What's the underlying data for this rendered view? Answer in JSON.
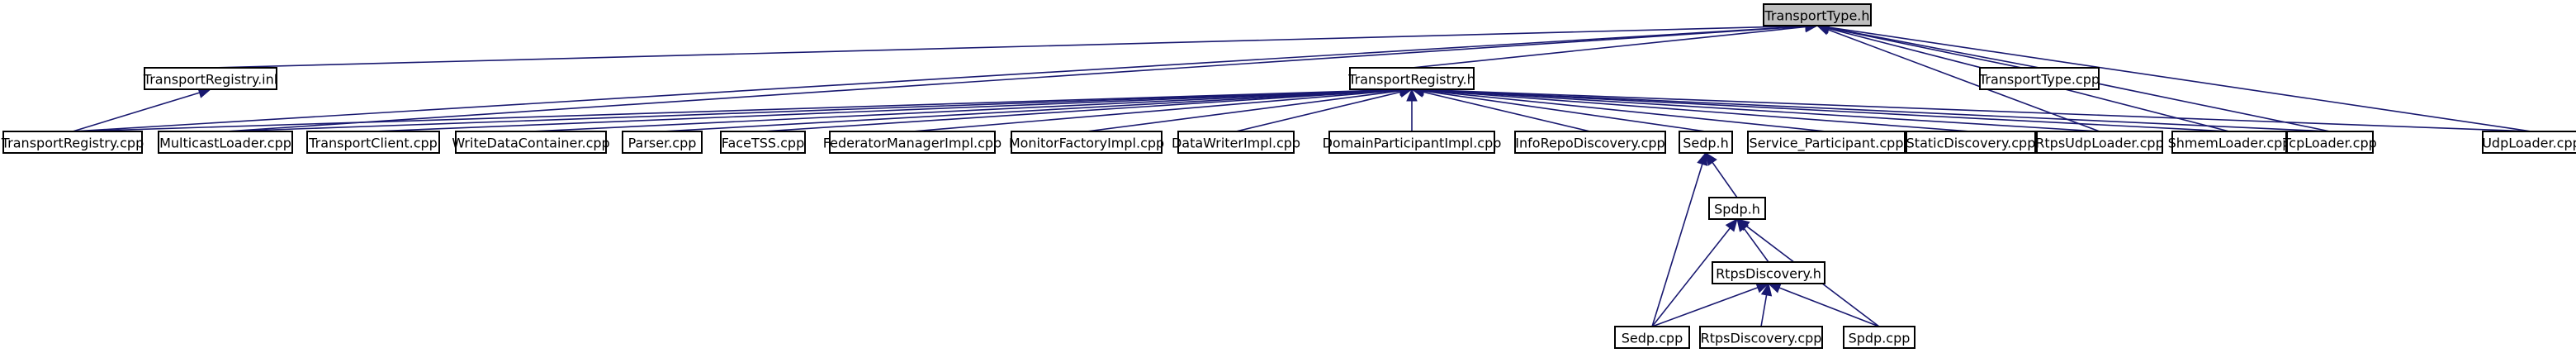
{
  "graph": {
    "edge_color": "#191970",
    "current_node_fill": "#bfbfbf",
    "nodes": [
      {
        "id": "transporttype_h",
        "label": "TransportType.h",
        "current": true
      },
      {
        "id": "transportregistry_inl",
        "label": "TransportRegistry.inl"
      },
      {
        "id": "transportregistry_h",
        "label": "TransportRegistry.h"
      },
      {
        "id": "transporttype_cpp",
        "label": "TransportType.cpp"
      },
      {
        "id": "transportregistry_cpp",
        "label": "TransportRegistry.cpp"
      },
      {
        "id": "multicastloader_cpp",
        "label": "MulticastLoader.cpp"
      },
      {
        "id": "transportclient_cpp",
        "label": "TransportClient.cpp"
      },
      {
        "id": "writedatacontainer_cpp",
        "label": "WriteDataContainer.cpp"
      },
      {
        "id": "parser_cpp",
        "label": "Parser.cpp"
      },
      {
        "id": "facetss_cpp",
        "label": "FaceTSS.cpp"
      },
      {
        "id": "federatormanagerimpl_cpp",
        "label": "FederatorManagerImpl.cpp"
      },
      {
        "id": "monitorfactoryimpl_cpp",
        "label": "MonitorFactoryImpl.cpp"
      },
      {
        "id": "datawriterimpl_cpp",
        "label": "DataWriterImpl.cpp"
      },
      {
        "id": "domainparticipantimpl_cpp",
        "label": "DomainParticipantImpl.cpp"
      },
      {
        "id": "inforepodiscovery_cpp",
        "label": "InfoRepoDiscovery.cpp"
      },
      {
        "id": "sedp_h",
        "label": "Sedp.h"
      },
      {
        "id": "service_participant_cpp",
        "label": "Service_Participant.cpp"
      },
      {
        "id": "staticdiscovery_cpp",
        "label": "StaticDiscovery.cpp"
      },
      {
        "id": "rtpsudploader_cpp",
        "label": "RtpsUdpLoader.cpp"
      },
      {
        "id": "shmemloader_cpp",
        "label": "ShmemLoader.cpp"
      },
      {
        "id": "tcploader_cpp",
        "label": "TcpLoader.cpp"
      },
      {
        "id": "udploader_cpp",
        "label": "UdpLoader.cpp"
      },
      {
        "id": "spdp_h",
        "label": "Spdp.h"
      },
      {
        "id": "rtpsdiscovery_h",
        "label": "RtpsDiscovery.h"
      },
      {
        "id": "sedp_cpp",
        "label": "Sedp.cpp"
      },
      {
        "id": "rtpsdiscovery_cpp",
        "label": "RtpsDiscovery.cpp"
      },
      {
        "id": "spdp_cpp",
        "label": "Spdp.cpp"
      }
    ],
    "edges": [
      [
        "transporttype_h",
        "transportregistry_inl"
      ],
      [
        "transporttype_h",
        "transportregistry_h"
      ],
      [
        "transporttype_h",
        "transporttype_cpp"
      ],
      [
        "transporttype_h",
        "transportregistry_cpp"
      ],
      [
        "transporttype_h",
        "multicastloader_cpp"
      ],
      [
        "transporttype_h",
        "rtpsudploader_cpp"
      ],
      [
        "transporttype_h",
        "shmemloader_cpp"
      ],
      [
        "transporttype_h",
        "tcploader_cpp"
      ],
      [
        "transporttype_h",
        "udploader_cpp"
      ],
      [
        "transportregistry_inl",
        "transportregistry_cpp"
      ],
      [
        "transportregistry_h",
        "transportregistry_cpp"
      ],
      [
        "transportregistry_h",
        "multicastloader_cpp"
      ],
      [
        "transportregistry_h",
        "transportclient_cpp"
      ],
      [
        "transportregistry_h",
        "writedatacontainer_cpp"
      ],
      [
        "transportregistry_h",
        "parser_cpp"
      ],
      [
        "transportregistry_h",
        "facetss_cpp"
      ],
      [
        "transportregistry_h",
        "federatormanagerimpl_cpp"
      ],
      [
        "transportregistry_h",
        "monitorfactoryimpl_cpp"
      ],
      [
        "transportregistry_h",
        "datawriterimpl_cpp"
      ],
      [
        "transportregistry_h",
        "domainparticipantimpl_cpp"
      ],
      [
        "transportregistry_h",
        "inforepodiscovery_cpp"
      ],
      [
        "transportregistry_h",
        "sedp_h"
      ],
      [
        "transportregistry_h",
        "service_participant_cpp"
      ],
      [
        "transportregistry_h",
        "staticdiscovery_cpp"
      ],
      [
        "transportregistry_h",
        "rtpsudploader_cpp"
      ],
      [
        "transportregistry_h",
        "shmemloader_cpp"
      ],
      [
        "transportregistry_h",
        "tcploader_cpp"
      ],
      [
        "transportregistry_h",
        "udploader_cpp"
      ],
      [
        "sedp_h",
        "spdp_h"
      ],
      [
        "sedp_h",
        "sedp_cpp"
      ],
      [
        "spdp_h",
        "rtpsdiscovery_h"
      ],
      [
        "spdp_h",
        "sedp_cpp"
      ],
      [
        "spdp_h",
        "spdp_cpp"
      ],
      [
        "rtpsdiscovery_h",
        "sedp_cpp"
      ],
      [
        "rtpsdiscovery_h",
        "rtpsdiscovery_cpp"
      ],
      [
        "rtpsdiscovery_h",
        "spdp_cpp"
      ]
    ]
  }
}
